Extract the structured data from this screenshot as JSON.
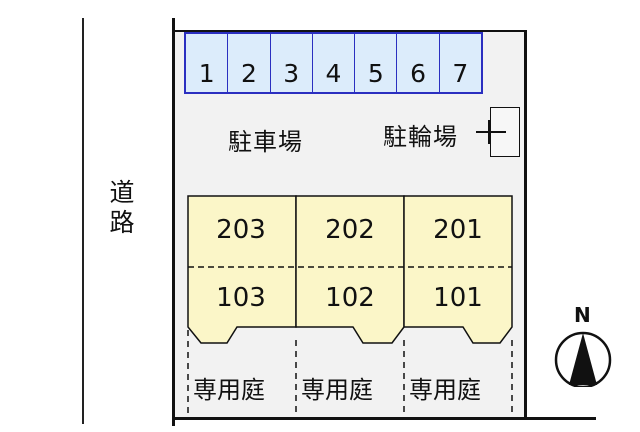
{
  "road": {
    "label": "道路"
  },
  "parking": {
    "label": "駐車場",
    "slots": [
      "1",
      "2",
      "3",
      "4",
      "5",
      "6",
      "7"
    ],
    "fill_color": "#dcecfb",
    "border_color": "#2b2fc0"
  },
  "bike_parking": {
    "label": "駐輪場"
  },
  "building": {
    "fill_color": "#fbf6c8",
    "units_upper": [
      "203",
      "202",
      "201"
    ],
    "units_lower": [
      "103",
      "102",
      "101"
    ]
  },
  "gardens": [
    "専用庭",
    "専用庭",
    "専用庭"
  ],
  "compass": {
    "label": "N"
  }
}
